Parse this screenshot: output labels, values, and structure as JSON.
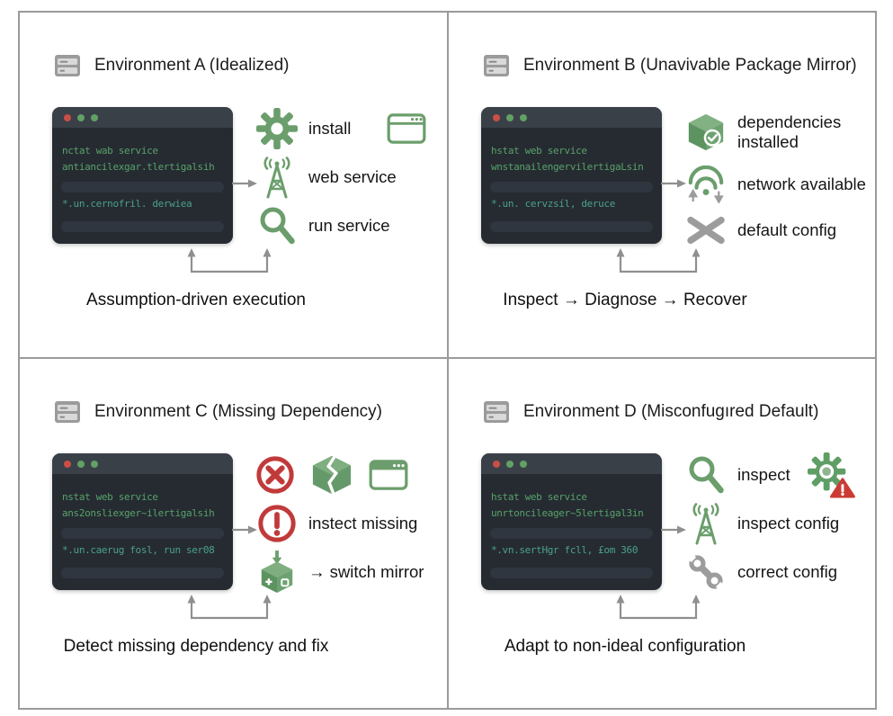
{
  "colors": {
    "icon_green": "#6b9e6c",
    "icon_green_dark": "#5d9360",
    "icon_red": "#c13a3a",
    "icon_gray": "#9c9c9c",
    "terminal_bg": "#262b32",
    "terminal_header": "#3a4048",
    "terminal_text": "#57a269",
    "terminal_text_alt": "#4aa18c",
    "grid_border": "#9a9a9a"
  },
  "panels": [
    {
      "id": "A",
      "title": "Environment A (Idealized)",
      "title_icon": "server-icon",
      "caption": "Assumption-driven execution",
      "terminal": {
        "window_dots": [
          "red",
          "green",
          "green"
        ],
        "line1": "nctat wab service",
        "line2": "antiancilexgar.tlertigalsih",
        "line3": "*.un.cernofril. derwiea"
      },
      "rows": [
        {
          "icon": "gear-icon",
          "label": "install",
          "trailing_icon": "browser-window-icon"
        },
        {
          "icon": "radio-tower-icon",
          "label": "web service"
        },
        {
          "icon": "magnifier-icon",
          "label": "run service"
        }
      ]
    },
    {
      "id": "B",
      "title": "Environment B (Unavivable Package Mirror)",
      "title_icon": "server-icon",
      "caption": "Inspect → Diagnose → Recover",
      "terminal": {
        "window_dots": [
          "red",
          "green",
          "green"
        ],
        "line1": "hstat web service",
        "line2": "wnstanailengervilertigaLsin",
        "line3": "*.un. cervzsíl, deruce"
      },
      "rows": [
        {
          "icon": "package-check-icon",
          "label_line1": "dependencies",
          "label_line2": "installed"
        },
        {
          "icon": "wifi-arrows-icon",
          "label": "network available"
        },
        {
          "icon": "cross-icon",
          "label": "default config"
        }
      ]
    },
    {
      "id": "C",
      "title": "Environment C (Missing Dependency)",
      "title_icon": "server-icon",
      "caption": "Detect missing dependency and fix",
      "terminal": {
        "window_dots": [
          "red",
          "green",
          "green"
        ],
        "line1": "nstat web service",
        "line2": "ans2onsliexger~ilertigalsih",
        "line3": "*.un.caerug fosl, run ser08"
      },
      "rows": [
        {
          "icons": [
            "circle-x-icon",
            "broken-package-icon",
            "browser-window-icon"
          ]
        },
        {
          "icon": "circle-exclamation-icon",
          "label": "instect missing"
        },
        {
          "icon": "package-down-arrow-icon",
          "label": "→ switch mirror"
        }
      ]
    },
    {
      "id": "D",
      "title": "Environment D (Misconfugıred Default)",
      "title_icon": "server-icon",
      "caption": "Adapt to non-ideal configuration",
      "terminal": {
        "window_dots": [
          "red",
          "green",
          "green"
        ],
        "line1": "hstat web service",
        "line2": "unrtoncileager~5lertigal3in",
        "line3": "*.vn.sertHgr fcll, £om 360"
      },
      "rows": [
        {
          "icon": "magnifier-icon",
          "label": "inspect",
          "trailing_icon": "gear-warning-icon"
        },
        {
          "icon": "radio-tower-icon",
          "label": "inspect config"
        },
        {
          "icon": "wrench-icon",
          "label": "correct config"
        }
      ]
    }
  ]
}
